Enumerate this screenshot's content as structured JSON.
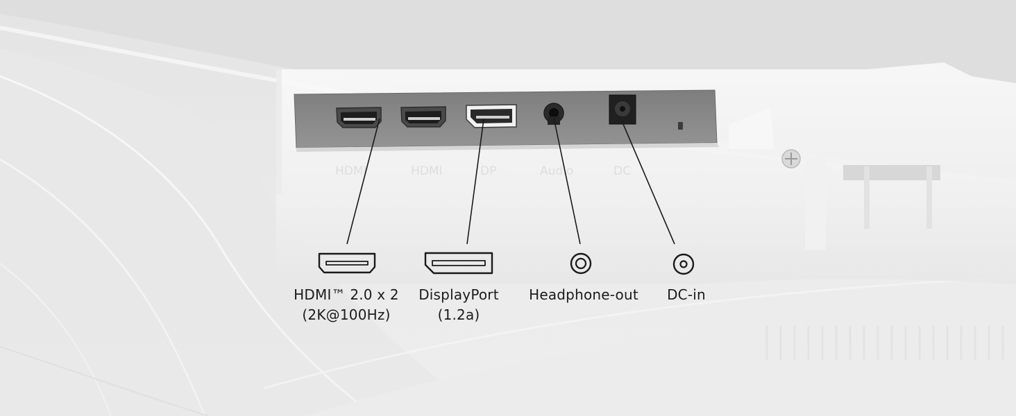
{
  "ports": [
    {
      "id": "hdmi",
      "icon": "hdmi-port-icon",
      "lines": [
        "HDMI™ 2.0 x 2",
        "(2K@100Hz)"
      ]
    },
    {
      "id": "displayport",
      "icon": "displayport-port-icon",
      "lines": [
        "DisplayPort",
        "(1.2a)"
      ]
    },
    {
      "id": "headphone",
      "icon": "headphone-jack-icon",
      "lines": [
        "Headphone-out"
      ]
    },
    {
      "id": "dc",
      "icon": "dc-power-icon",
      "lines": [
        "DC-in"
      ]
    }
  ],
  "colors": {
    "background": "#e6e6e6",
    "panel": "#8a8a8a",
    "label_text": "#1b1b1b",
    "callout_line": "#1a1a1a"
  }
}
